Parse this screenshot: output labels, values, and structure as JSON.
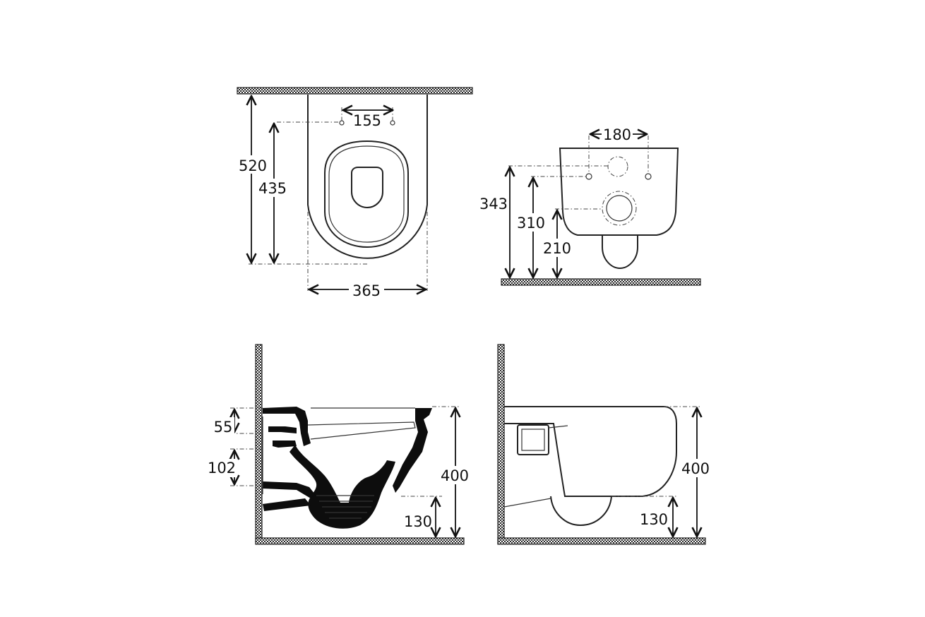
{
  "views": {
    "top_view": {
      "dim_top_holes": "155",
      "dim_depth_total": "520",
      "dim_depth_holes": "435",
      "dim_width": "365"
    },
    "back_view": {
      "dim_holes_spacing": "180",
      "dim_height_upper": "343",
      "dim_height_mid": "310",
      "dim_height_outlet": "210"
    },
    "section_view": {
      "dim_upper": "55",
      "dim_lower": "102",
      "dim_height": "400",
      "dim_outlet": "130"
    },
    "side_view": {
      "dim_height": "400",
      "dim_outlet": "130"
    }
  }
}
